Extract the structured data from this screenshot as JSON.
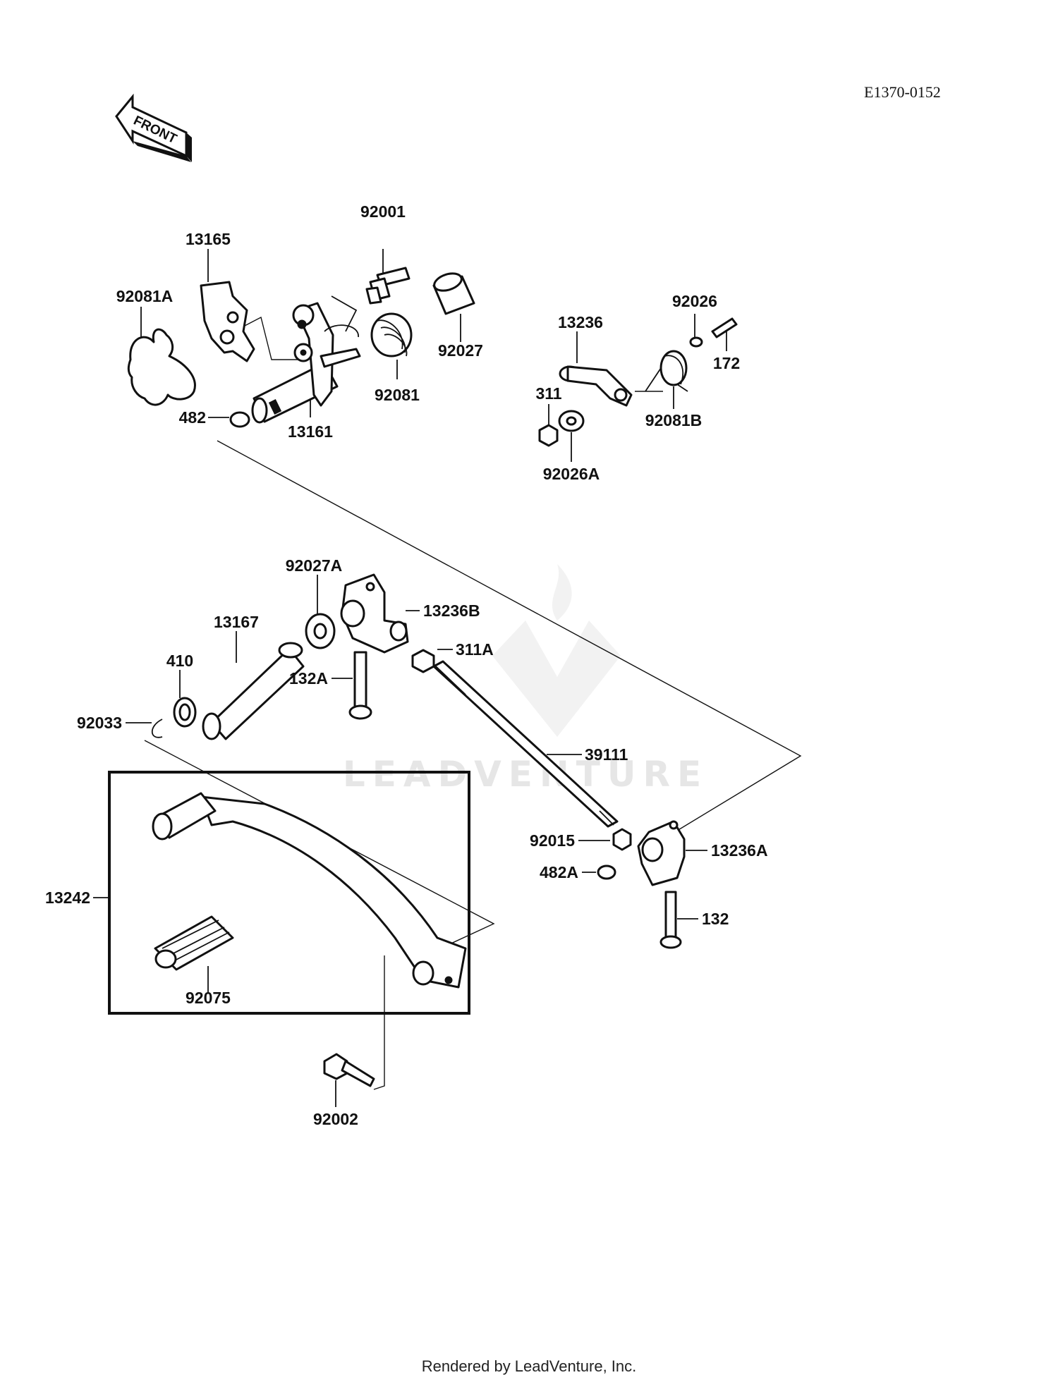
{
  "diagram": {
    "reference_code": "E1370-0152",
    "front_arrow_label": "FRONT",
    "watermark": "LEADVENTURE",
    "footer": "Rendered by LeadVenture, Inc.",
    "callouts": {
      "p13165": "13165",
      "p92001": "92001",
      "p92081A": "92081A",
      "p92027": "92027",
      "p92081": "92081",
      "p482": "482",
      "p13161": "13161",
      "p13236": "13236",
      "p92026": "92026",
      "p172": "172",
      "p311": "311",
      "p92081B": "92081B",
      "p92026A": "92026A",
      "p92027A": "92027A",
      "p13236B": "13236B",
      "p13167": "13167",
      "p311A": "311A",
      "p410": "410",
      "p132A": "132A",
      "p92033": "92033",
      "p39111": "39111",
      "p92015": "92015",
      "p13236A": "13236A",
      "p482A": "482A",
      "p132": "132",
      "p13242": "13242",
      "p92075": "92075",
      "p92002": "92002"
    },
    "colors": {
      "ink": "#111111",
      "paper": "#ffffff",
      "watermark": "#e6e6e6"
    }
  }
}
